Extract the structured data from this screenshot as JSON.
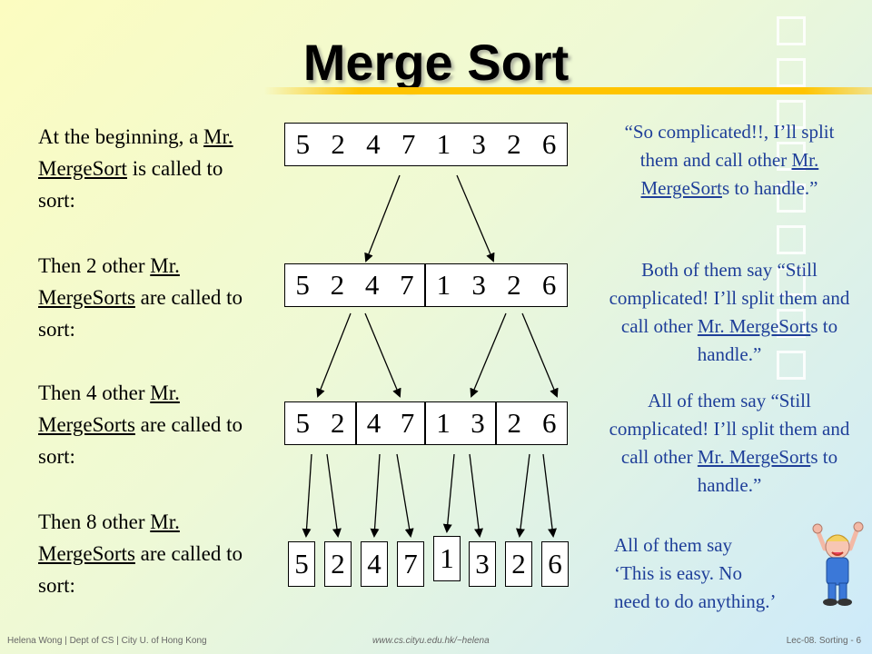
{
  "title": "Merge Sort",
  "left": [
    {
      "pre": "At the beginning, a ",
      "u": "Mr. MergeSort",
      "post": " is called to sort:"
    },
    {
      "pre": "Then 2 other ",
      "u": "Mr. MergeSorts",
      "post": " are called to sort:"
    },
    {
      "pre": "Then 4 other ",
      "u": "Mr. MergeSorts",
      "post": " are called to sort:"
    },
    {
      "pre": "Then 8 other ",
      "u": "Mr. MergeSorts",
      "post": " are called to sort:"
    }
  ],
  "right": {
    "r1": {
      "pre": "“So complicated!!, I’ll split them and call other ",
      "u": "Mr. MergeSort",
      "post": "s to handle.”"
    },
    "r2": {
      "pre": "Both of them say “Still complicated! I’ll split them and call other ",
      "u": "Mr. MergeSort",
      "post": "s to handle.”"
    },
    "r3": {
      "pre": "All of them say “Still complicated! I’ll split them and call other ",
      "u": "Mr. MergeSort",
      "post": "s to handle.”"
    },
    "r4": {
      "line1": "All of them say",
      "line2": "‘This is easy. No",
      "line3": "need to do anything.’"
    }
  },
  "levels": {
    "level0": [
      "5",
      "2",
      "4",
      "7",
      "1",
      "3",
      "2",
      "6"
    ],
    "level1": [
      [
        "5",
        "2",
        "4",
        "7"
      ],
      [
        "1",
        "3",
        "2",
        "6"
      ]
    ],
    "level2": [
      [
        "5",
        "2"
      ],
      [
        "4",
        "7"
      ],
      [
        "1",
        "3"
      ],
      [
        "2",
        "6"
      ]
    ],
    "level3": [
      "5",
      "2",
      "4",
      "7",
      "1",
      "3",
      "2",
      "6"
    ]
  },
  "footer": {
    "left": "Helena Wong | Dept of CS | City U. of Hong Kong",
    "center": "www.cs.cityu.edu.hk/~helena",
    "right": "Lec-08. Sorting - 6"
  },
  "colors": {
    "accent_bar": "#ffc400",
    "note_text": "#1f3f99"
  }
}
